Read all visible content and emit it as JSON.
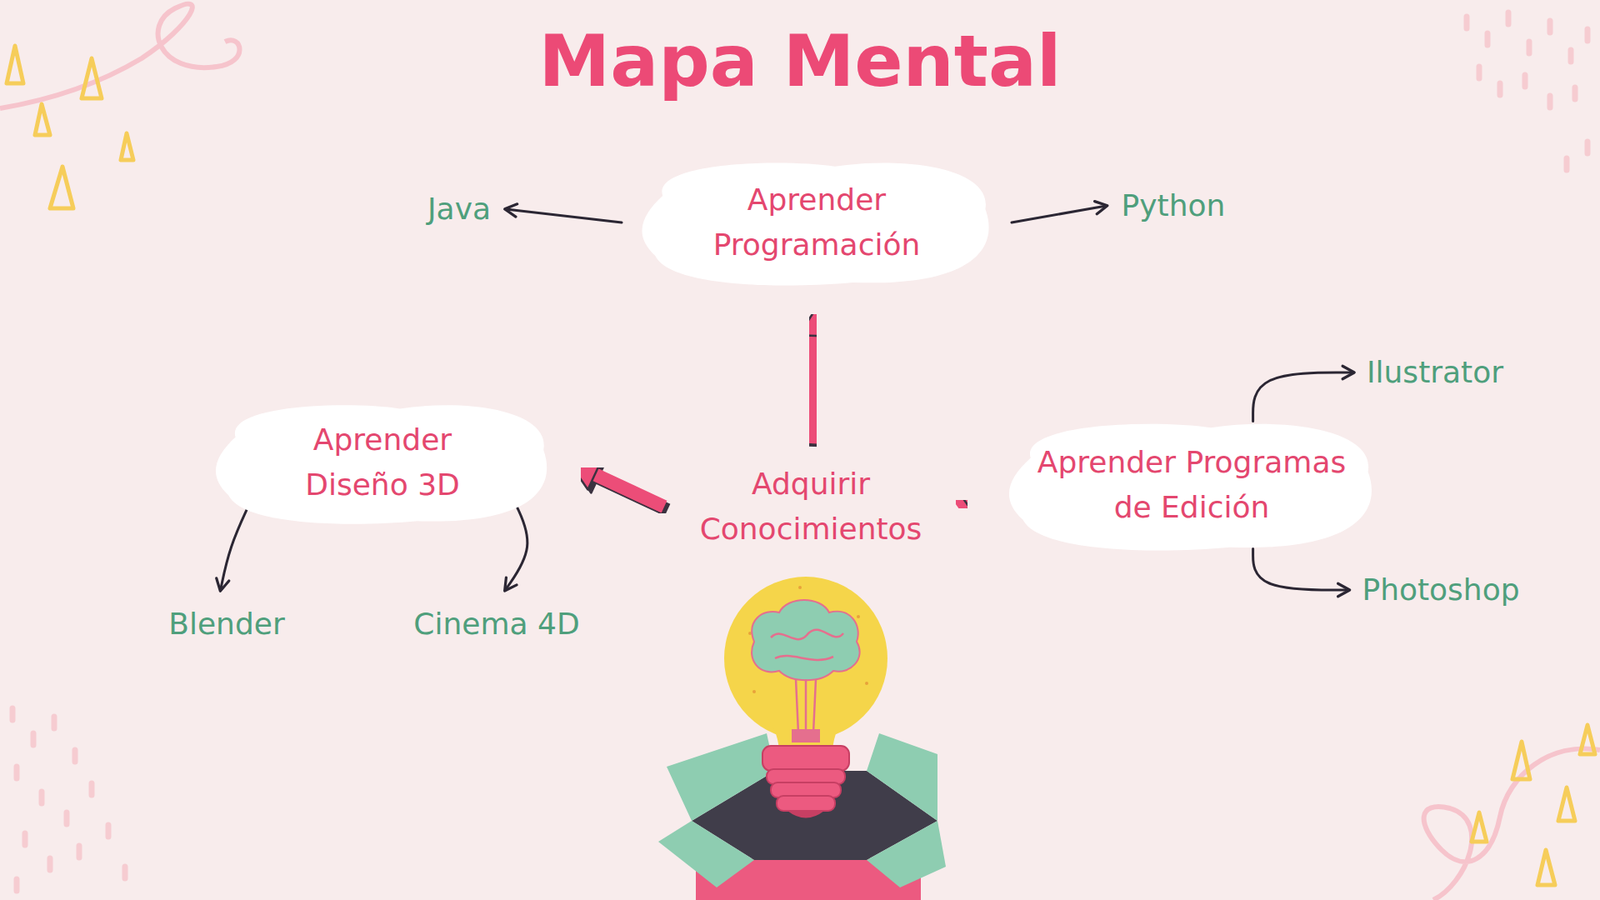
{
  "diagram": {
    "title": "Mapa Mental",
    "nodes": [
      {
        "text": [
          "Java"
        ]
      },
      {
        "text": [
          "Aprender Programación"
        ]
      },
      {
        "text": [
          "Python"
        ]
      },
      {
        "text": [
          "Ilustrator"
        ]
      },
      {
        "text": [
          "Aprender Diseño 3D"
        ]
      },
      {
        "text": [
          "Adquirir Conocimientos"
        ]
      },
      {
        "text": [
          "Aprender Programas de Edición"
        ]
      },
      {
        "text": [
          "Blender"
        ]
      },
      {
        "text": [
          "Cinema 4D"
        ]
      },
      {
        "text": [
          "Photoshop"
        ]
      }
    ],
    "edges": [
      {
        "from": 5,
        "to": 1,
        "arrow": "to"
      },
      {
        "from": 5,
        "to": 4,
        "arrow": "to"
      },
      {
        "from": 5,
        "to": 6,
        "arrow": "to"
      },
      {
        "from": 1,
        "to": 0,
        "arrow": "to"
      },
      {
        "from": 1,
        "to": 2,
        "arrow": "to"
      },
      {
        "from": 4,
        "to": 7,
        "arrow": "to"
      },
      {
        "from": 4,
        "to": 8,
        "arrow": "to"
      },
      {
        "from": 6,
        "to": 3,
        "arrow": "to"
      },
      {
        "from": 6,
        "to": 9,
        "arrow": "to"
      }
    ]
  }
}
